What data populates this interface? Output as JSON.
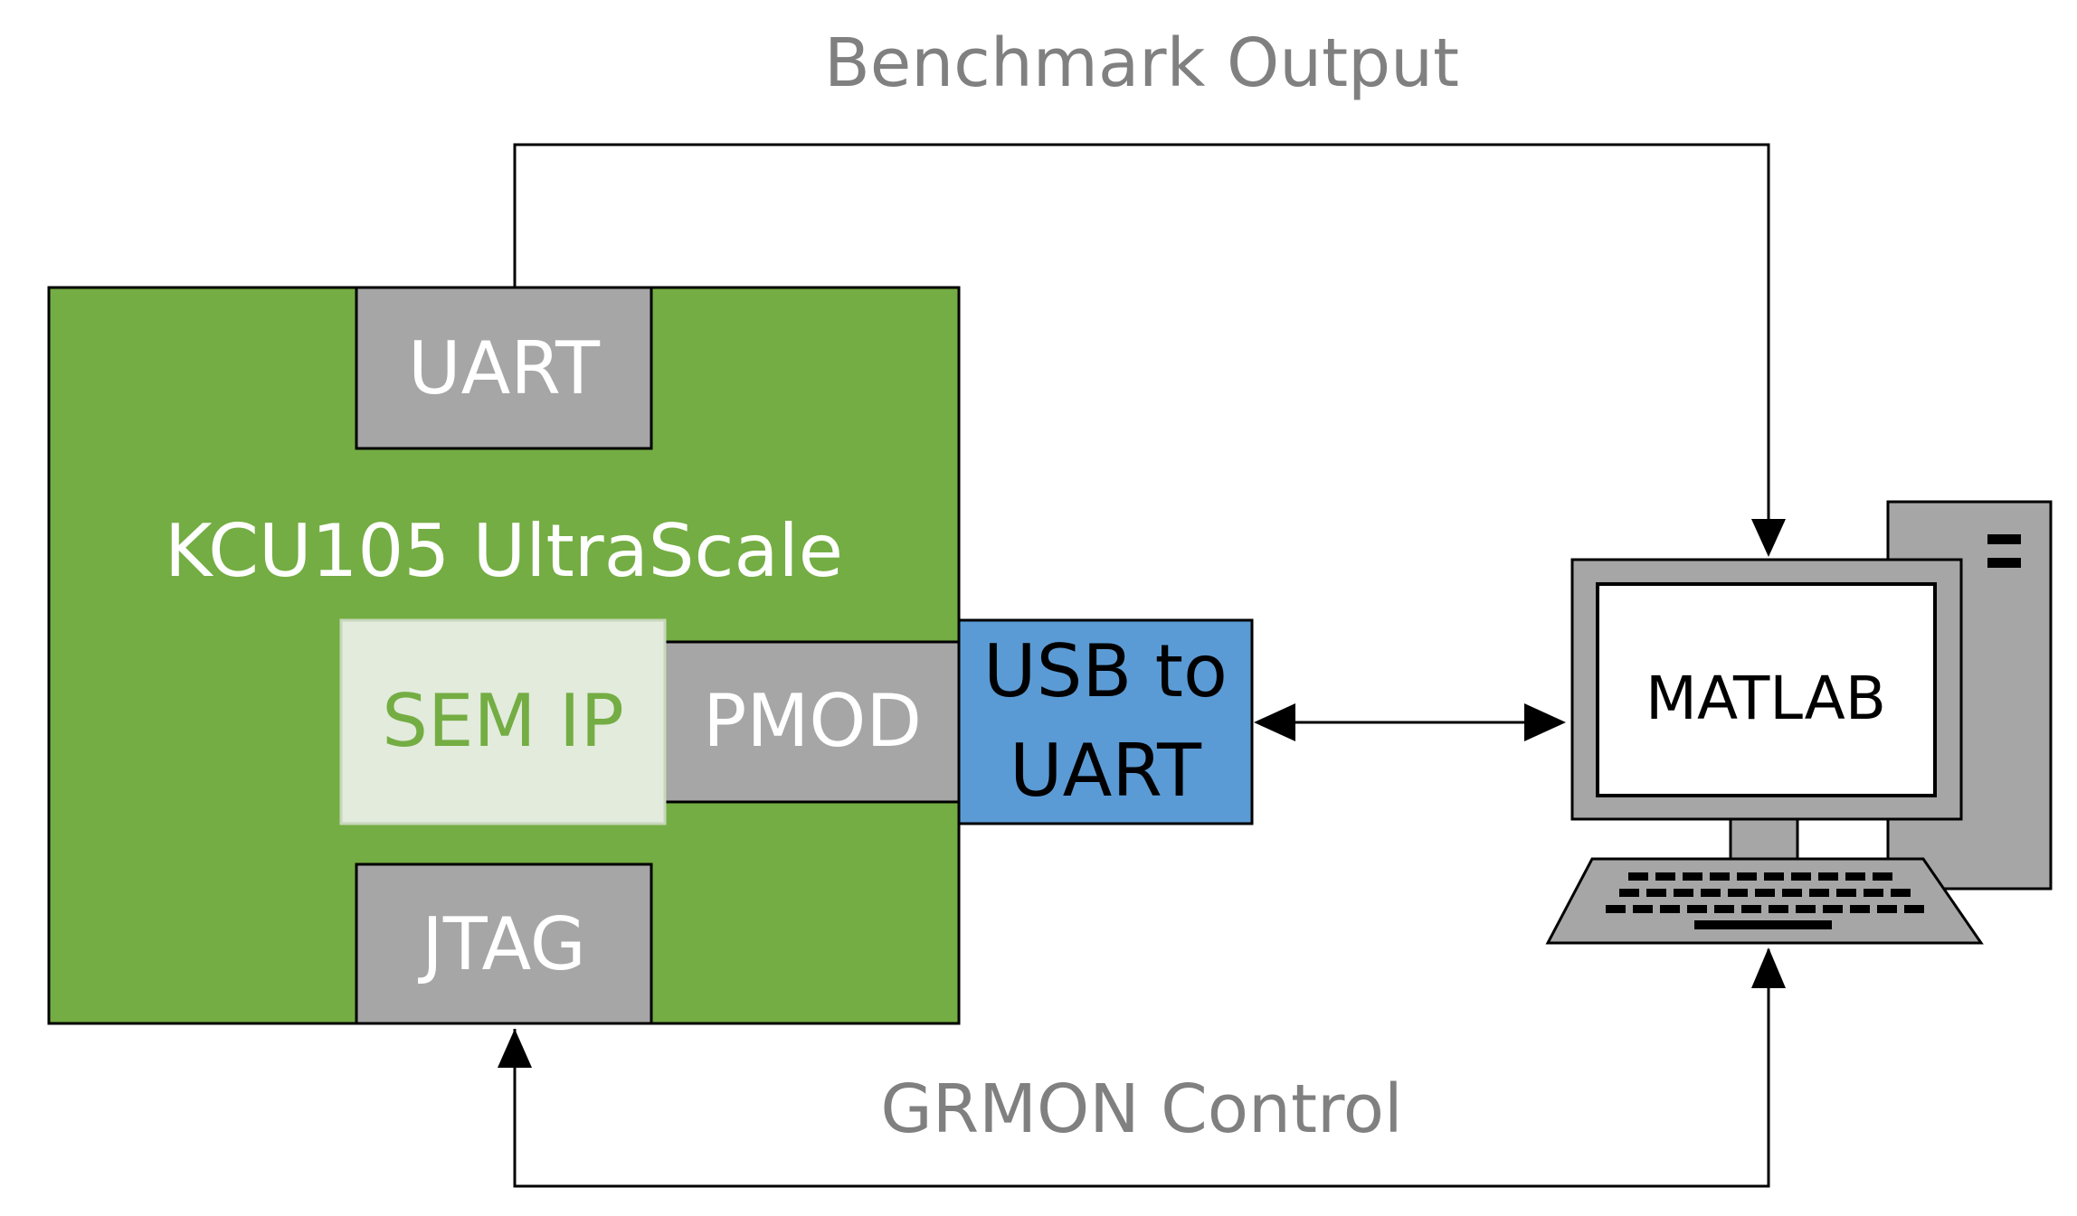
{
  "labels": {
    "benchmark_output": "Benchmark Output",
    "grmon_control": "GRMON Control",
    "board": "KCU105 UltraScale",
    "uart": "UART",
    "jtag": "JTAG",
    "sem_ip": "SEM IP",
    "pmod": "PMOD",
    "usb_to_uart_line1": "USB to",
    "usb_to_uart_line2": "UART",
    "matlab": "MATLAB"
  },
  "colors": {
    "board_green": "#74ad43",
    "port_gray": "#a6a6a6",
    "sem_fill": "#e2ebdc",
    "sem_text": "#74ad43",
    "usb_blue": "#5b9bd5",
    "caption_gray": "#808080",
    "line": "#000000"
  },
  "icons": {
    "computer": "desktop-computer-icon"
  }
}
